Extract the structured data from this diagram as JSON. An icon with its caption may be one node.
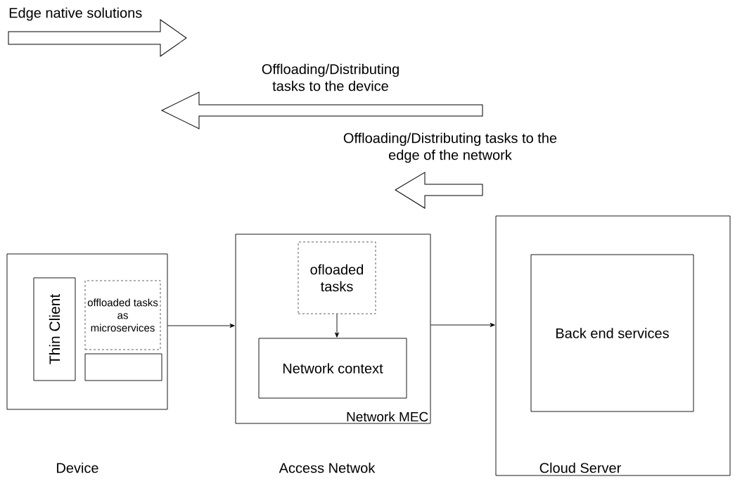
{
  "diagram": {
    "nodes": [
      {
        "text": [],
        "shape": "box"
      },
      {
        "text": [
          "Thin Client"
        ],
        "in": 0
      },
      {
        "text": [
          "offloaded tasks as microservices"
        ],
        "in": 0
      },
      {
        "text": [],
        "shape": "box",
        "in": 0
      },
      {
        "text": [
          "Network MEC"
        ]
      },
      {
        "text": [
          "ofloaded tasks"
        ],
        "in": 4
      },
      {
        "text": [
          "Network context"
        ],
        "in": 4
      },
      {
        "text": [],
        "shape": "box"
      },
      {
        "text": [
          "Back end services"
        ],
        "in": 7
      }
    ],
    "edges": [
      {
        "from": 0,
        "to": 4,
        "arrow": "to"
      },
      {
        "from": 5,
        "to": 6,
        "arrow": "to"
      },
      {
        "from": 4,
        "to": 7,
        "arrow": "to"
      }
    ],
    "labels": [
      "Edge native solutions",
      "Offloading/Distributing tasks to the device",
      "Offloading/Distributing tasks to the edge of the network",
      "Device",
      "Access Netwok",
      "Cloud Server"
    ]
  }
}
